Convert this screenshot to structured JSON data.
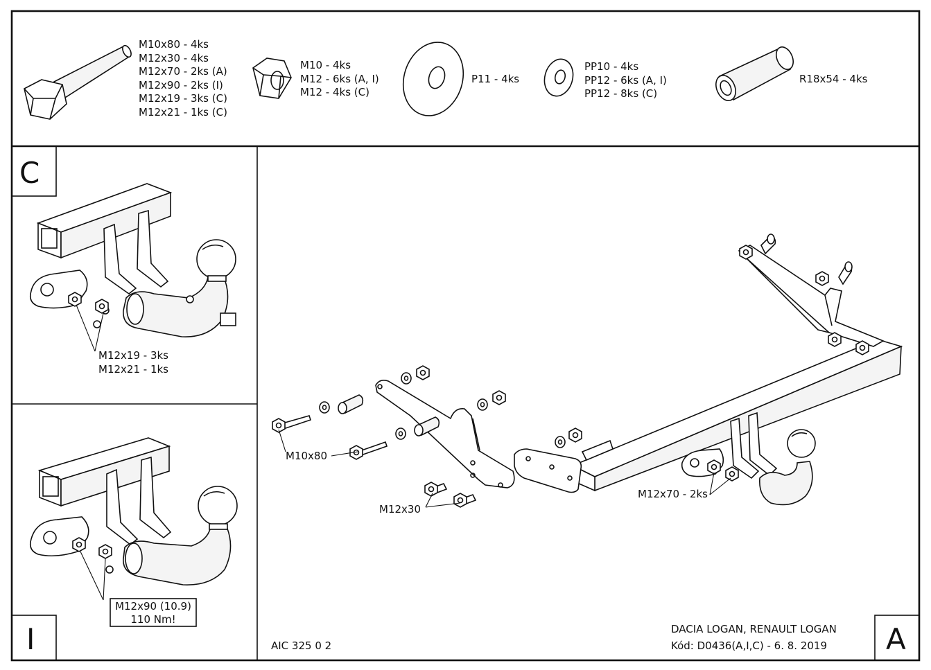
{
  "parts_list": {
    "bolt": [
      "M10x80 - 4ks",
      "M12x30 - 4ks",
      "M12x70 - 2ks (A)",
      "M12x90 - 2ks (I)",
      "M12x19 - 3ks (C)",
      "M12x21 - 1ks (C)"
    ],
    "nut": [
      "M10 - 4ks",
      "M12 - 6ks (A, I)",
      "M12 - 4ks (C)"
    ],
    "washer_large": [
      "P11 - 4ks"
    ],
    "washer_small": [
      "PP10 - 4ks",
      "PP12 - 6ks (A, I)",
      "PP12 - 8ks (C)"
    ],
    "spacer_tube": [
      "R18x54 - 4ks"
    ]
  },
  "panel_c": {
    "letter": "C",
    "callout": [
      "M12x19 - 3ks",
      "M12x21 - 1ks"
    ]
  },
  "panel_i": {
    "letter": "I",
    "callout": [
      "M12x90 (10.9)",
      "110 Nm!"
    ]
  },
  "panel_a": {
    "letter": "A",
    "label_m10x80": "M10x80",
    "label_m12x30": "M12x30",
    "label_m12x70": "M12x70 - 2ks",
    "drawing_number": "AIC 325 0 2",
    "vehicle": "DACIA LOGAN, RENAULT LOGAN",
    "code": "Kód: D0436(A,I,C) - 6. 8. 2019"
  }
}
